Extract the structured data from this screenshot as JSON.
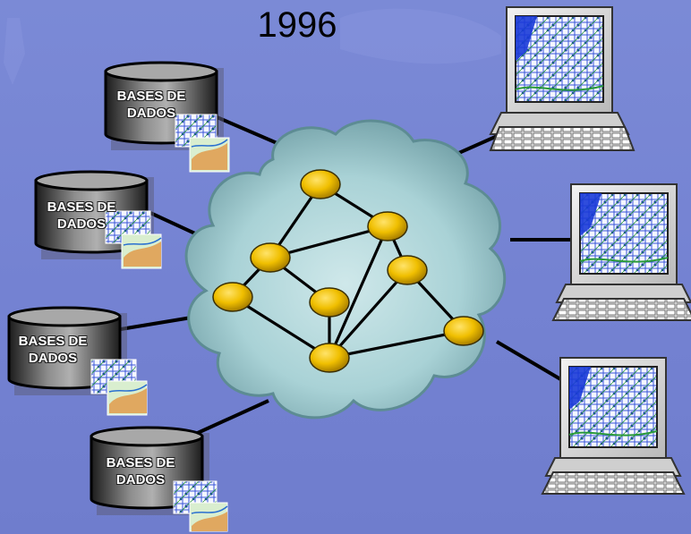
{
  "header": {
    "year": "1996"
  },
  "databases": [
    {
      "label_line1": "BASES DE",
      "label_line2": "DADOS"
    },
    {
      "label_line1": "BASES DE",
      "label_line2": "DADOS"
    },
    {
      "label_line1": "BASES DE",
      "label_line2": "DADOS"
    },
    {
      "label_line1": "BASES DE",
      "label_line2": "DADOS"
    }
  ],
  "workstations": [
    {
      "icon": "computer-workstation-icon"
    },
    {
      "icon": "computer-workstation-icon"
    },
    {
      "icon": "computer-workstation-icon"
    }
  ],
  "network": {
    "icon": "network-cloud-icon",
    "node_count": 8
  },
  "colors": {
    "background": "#7482d2",
    "cloud": "#a9d2d6",
    "node": "#e8b800",
    "cylinder_dark": "#2b2b2b",
    "cylinder_light": "#9a9a9a",
    "screen": "#1a2ad0",
    "link": "#000000"
  }
}
